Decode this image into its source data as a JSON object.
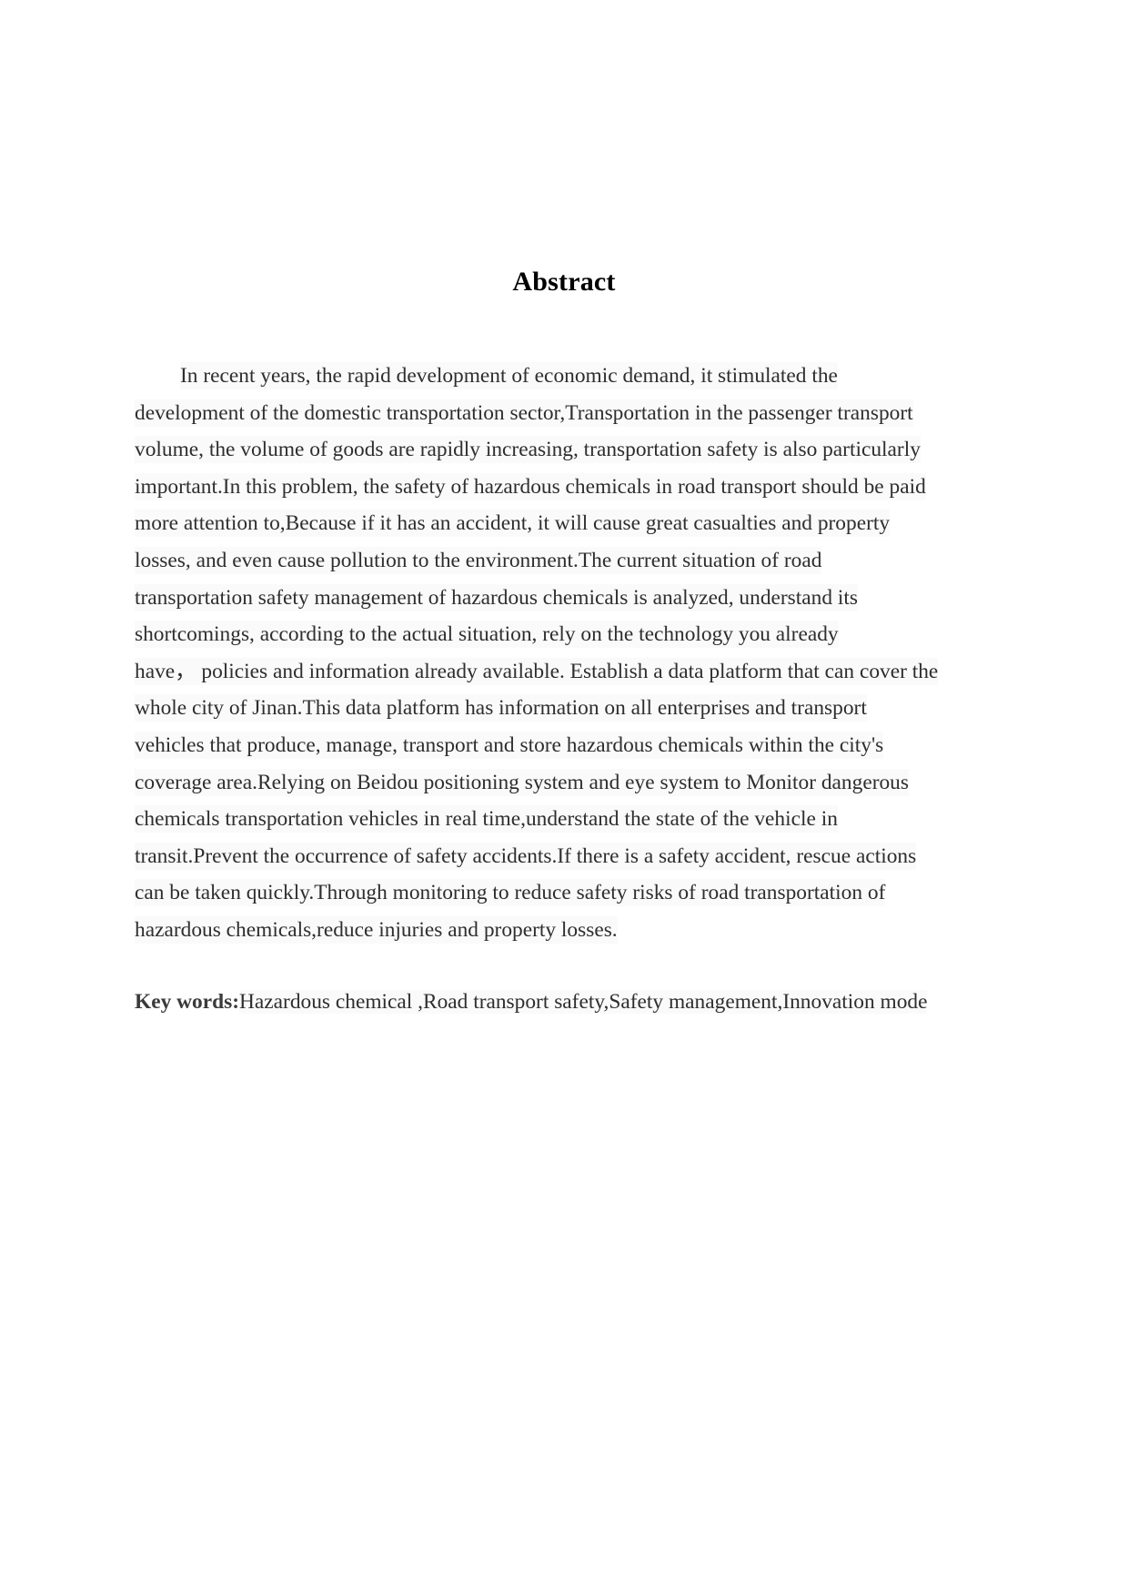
{
  "document": {
    "title": "Abstract",
    "abstract_lines": [
      "In recent years, the rapid development of economic demand, it stimulated the",
      "development of the domestic transportation sector,Transportation in the passenger transport",
      "volume, the volume of goods are rapidly increasing, transportation safety is also particularly",
      "important.In this problem, the safety of hazardous chemicals in road transport should be paid",
      "more attention to,Because if it has an accident, it will cause great casualties and property",
      "losses, and even cause pollution to the environment.The current situation of road",
      "transportation safety management of hazardous chemicals is analyzed, understand its",
      "shortcomings, according to the actual situation, rely on the technology you already",
      "have， policies and information already available. Establish a data platform that can cover the",
      "whole city of Jinan.This data platform has information on all enterprises and transport",
      "vehicles that produce, manage, transport and store hazardous chemicals within the city's",
      "coverage area.Relying on Beidou positioning system and eye system to Monitor dangerous",
      "chemicals transportation vehicles in real time,understand the state of the vehicle in",
      "transit.Prevent the occurrence of safety accidents.If there is a safety accident, rescue actions",
      "can be taken quickly.Through monitoring to reduce safety risks of road transportation of",
      "hazardous chemicals,reduce injuries and property losses."
    ],
    "keywords": {
      "label": "Key words:",
      "value": "Hazardous chemical ,Road transport safety,Safety management,Innovation mode"
    }
  }
}
